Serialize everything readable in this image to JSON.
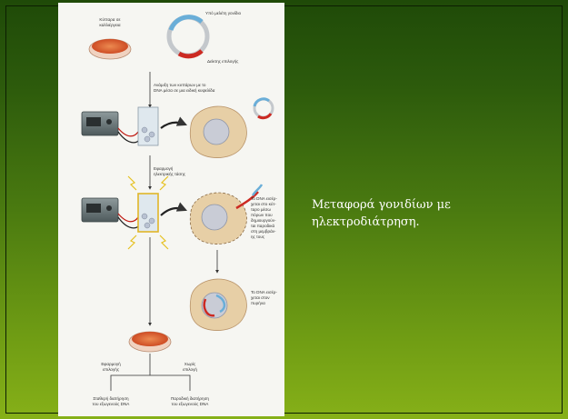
{
  "slide": {
    "caption_lines": [
      "Μεταφορά γονιδίων με",
      "ηλεκτροδιάτρηση."
    ],
    "background_colors": [
      "#1f4a08",
      "#86b018"
    ]
  },
  "figure": {
    "labels": {
      "culture": [
        "Κύτταρα σε",
        "καλλιέργεια"
      ],
      "gene_under_study": "Υπό μελέτη γονίδιο",
      "selection_marker": "Δείκτης επιλογής",
      "mixing": [
        "Ανάμιξη των κυττάρων με το",
        "DNA μέσα σε μια ειδική κυψελίδα"
      ],
      "voltage": [
        "Εφαρμογή",
        "ηλεκτρικής τάσης"
      ],
      "dna_entry": [
        "Το DNA εισέρ-",
        "χεται στο κύτ-",
        "ταρο μέσω",
        "πόρων που",
        "δημιουργούν-",
        "ται παροδικά",
        "στη μεμβράν-",
        "ης τους"
      ],
      "dna_nucleus": [
        "Το DNA εισέρ-",
        "χεται στον",
        "πυρήνα"
      ],
      "with_selection": [
        "Εφαρμογή",
        "επιλογής"
      ],
      "without_selection": [
        "Χωρίς",
        "επιλογή"
      ],
      "stable_expression": [
        "Σταθερή διατήρηση",
        "του εξωγενούς DNA"
      ],
      "transient_expression": [
        "Παροδική διατήρηση",
        "του εξωγενούς DNA"
      ]
    },
    "colors": {
      "gene": "#6aaed8",
      "marker": "#cc2a22",
      "cell": "#e7cfa6",
      "dish": "#d8522a"
    }
  }
}
